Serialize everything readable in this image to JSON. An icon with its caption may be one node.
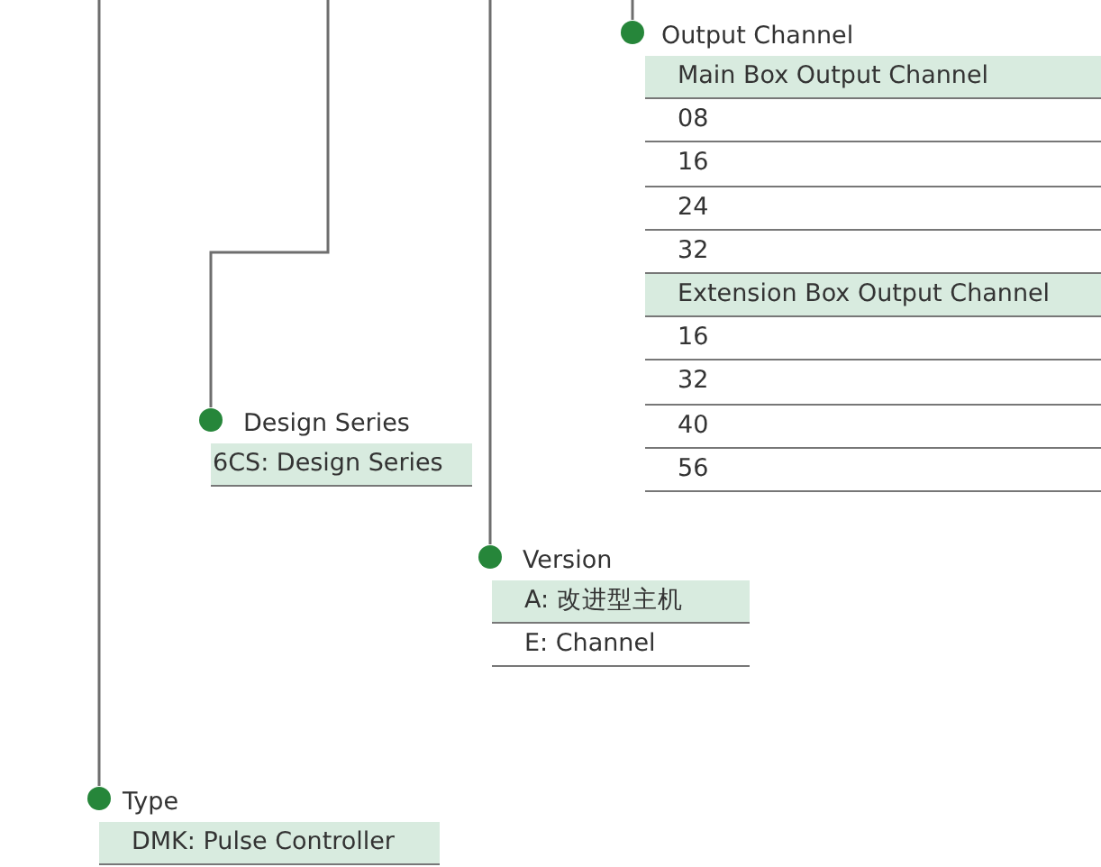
{
  "diagram": {
    "nodes": [
      {
        "text": [
          "Output Channel",
          "Main Box Output Channel",
          "08",
          "16",
          "24",
          "32",
          "Extension Box Output Channel",
          "16",
          "32",
          "40",
          "56"
        ]
      },
      {
        "text": [
          "Design Series",
          "6CS: Design Series"
        ]
      },
      {
        "text": [
          "Version",
          "A: 改进型主机",
          "E: Channel"
        ]
      },
      {
        "text": [
          "Type",
          "DMK: Pulse Controller"
        ]
      }
    ],
    "edges": [
      {
        "from": null,
        "to": 0,
        "arrow": "other"
      },
      {
        "from": null,
        "to": 1,
        "arrow": "other"
      },
      {
        "from": null,
        "to": 2,
        "arrow": "other"
      },
      {
        "from": null,
        "to": 3,
        "arrow": "other"
      }
    ]
  }
}
